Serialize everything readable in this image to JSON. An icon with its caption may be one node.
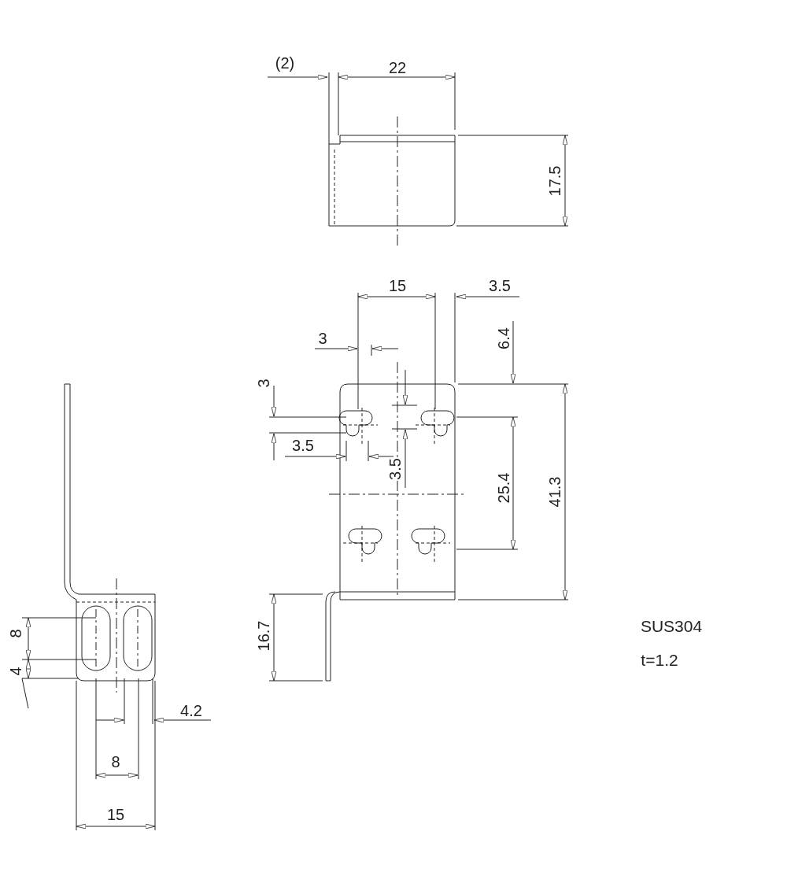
{
  "diagram": {
    "labels": [
      "(2)",
      "22",
      "17.5",
      "15",
      "3.5",
      "3",
      "6.4",
      "3",
      "3.5",
      "3.5",
      "25.4",
      "41.3",
      "16.7",
      "8",
      "4",
      "4.2",
      "8",
      "15",
      "SUS304",
      "t=1.2"
    ]
  }
}
